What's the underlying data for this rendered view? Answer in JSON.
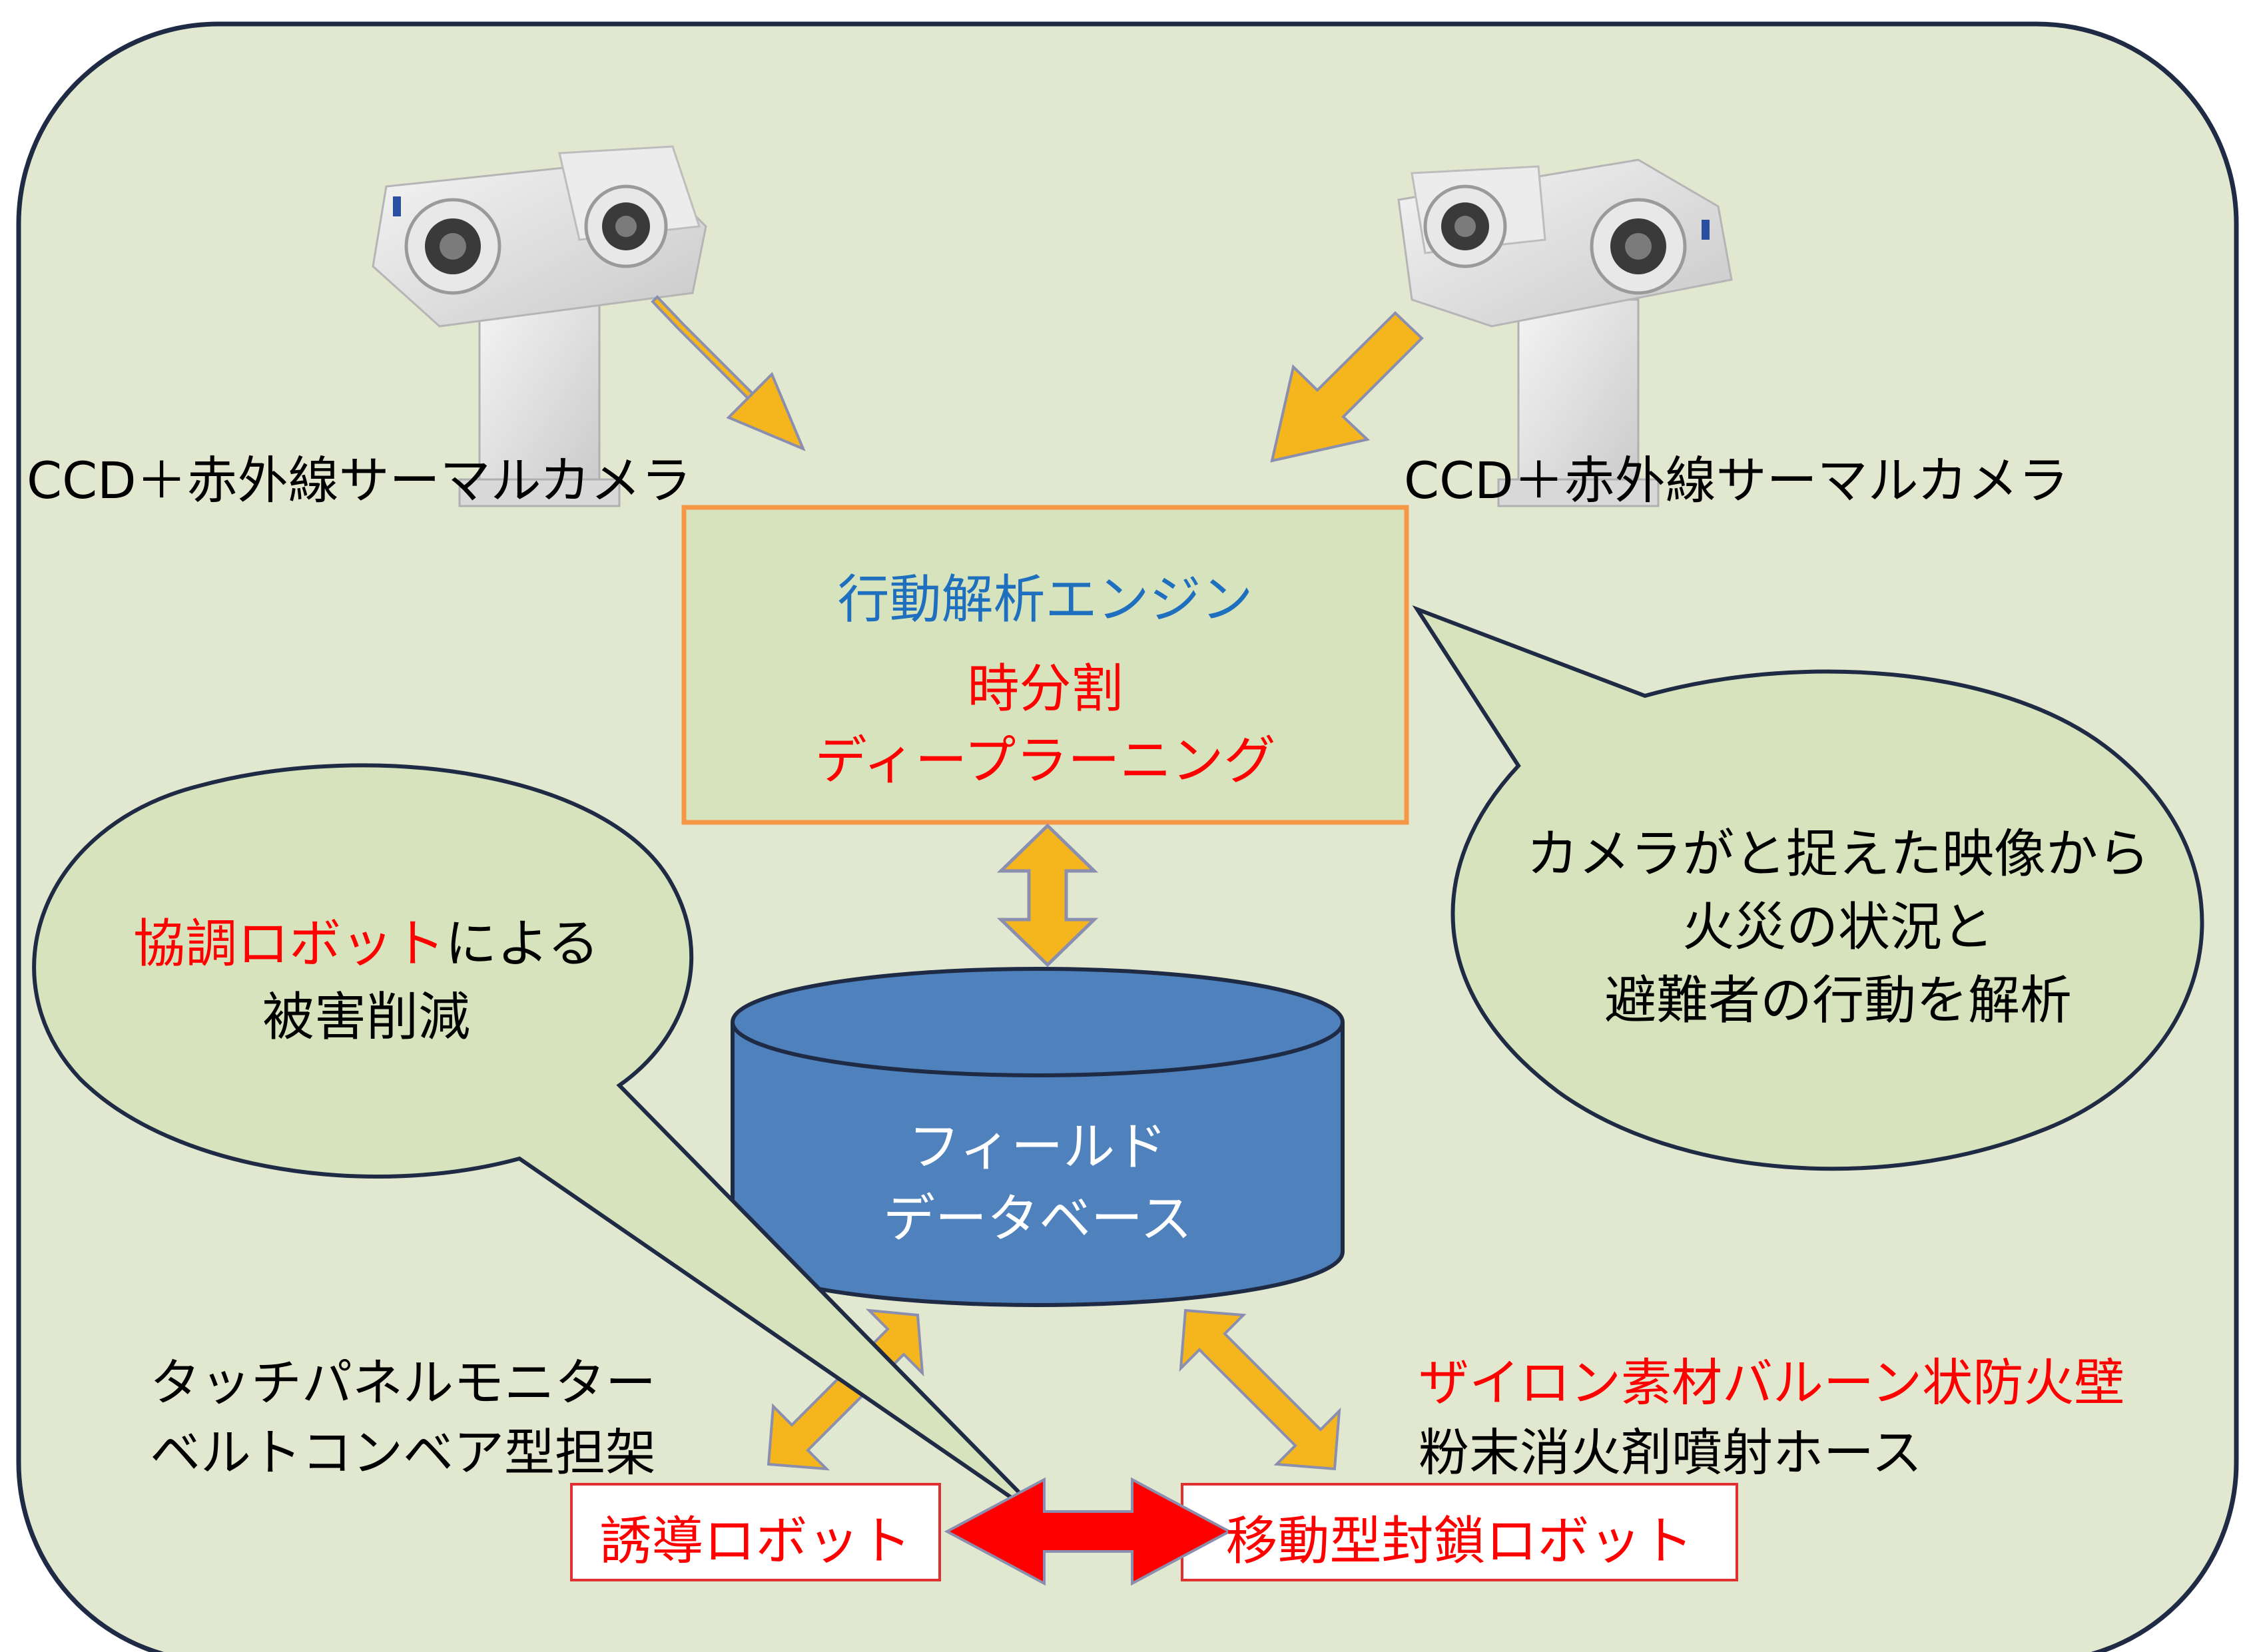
{
  "cameras": {
    "left_label": "CCD＋赤外線サーマルカメラ",
    "right_label": "CCD＋赤外線サーマルカメラ"
  },
  "engine": {
    "title": "行動解析エンジン",
    "line1": "時分割",
    "line2": "ディープラーニング"
  },
  "database": {
    "line1": "フィールド",
    "line2": "データベース"
  },
  "bubble_right": {
    "line1": "カメラがと捉えた映像から",
    "line2": "火災の状況と",
    "line3": "避難者の行動を解析"
  },
  "bubble_left": {
    "line1_red": "協調ロボット",
    "line1_black": "による",
    "line2": "被害削減"
  },
  "guide_robot": {
    "features_line1": "タッチパネルモニター",
    "features_line2": "ベルトコンベア型担架",
    "label": "誘導ロボット"
  },
  "blockade_robot": {
    "features_line1": "ザイロン素材バルーン状防火壁",
    "features_line2": "粉末消火剤噴射ホース",
    "label": "移動型封鎖ロボット"
  },
  "colors": {
    "background": "#e2e8cf",
    "frame": "#1f2a44",
    "arrow": "#f5b51c",
    "arrow_border": "#8a8fb0",
    "engine_border": "#f79646",
    "database": "#4f81bd",
    "bubble": "#d7e3bc",
    "red": "#ff0000",
    "blue": "#1f6fbf"
  }
}
